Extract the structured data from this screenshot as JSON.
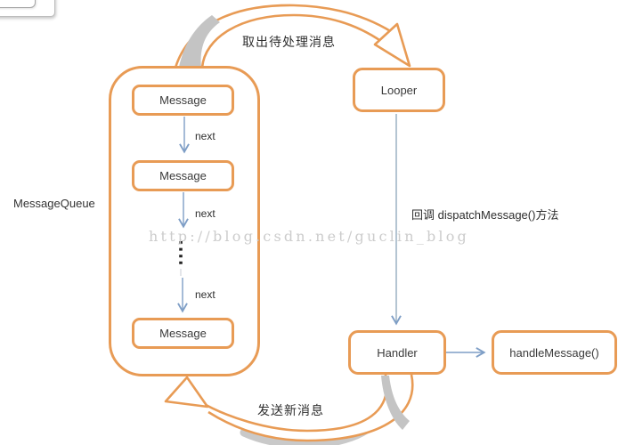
{
  "diagram": {
    "queue": {
      "label": "MessageQueue",
      "message_label": "Message",
      "next_label": "next"
    },
    "nodes": {
      "looper": "Looper",
      "handler": "Handler",
      "handle_message": "handleMessage()"
    },
    "edge_labels": {
      "dequeue": "取出待处理消息",
      "dispatch": "回调 dispatchMessage()方法",
      "enqueue": "发送新消息"
    },
    "watermark": "http://blog.csdn.net/guclin_blog",
    "colors": {
      "node_border_orange": "#E89B55",
      "arrow_blue": "#7E9EC6",
      "connector_gray_blue": "#93ACBE",
      "arc_shadow_gray": "#C4C4C4",
      "dotted_black": "#222222",
      "text": "#333333",
      "watermark_gray": "#C8C8C8"
    }
  }
}
